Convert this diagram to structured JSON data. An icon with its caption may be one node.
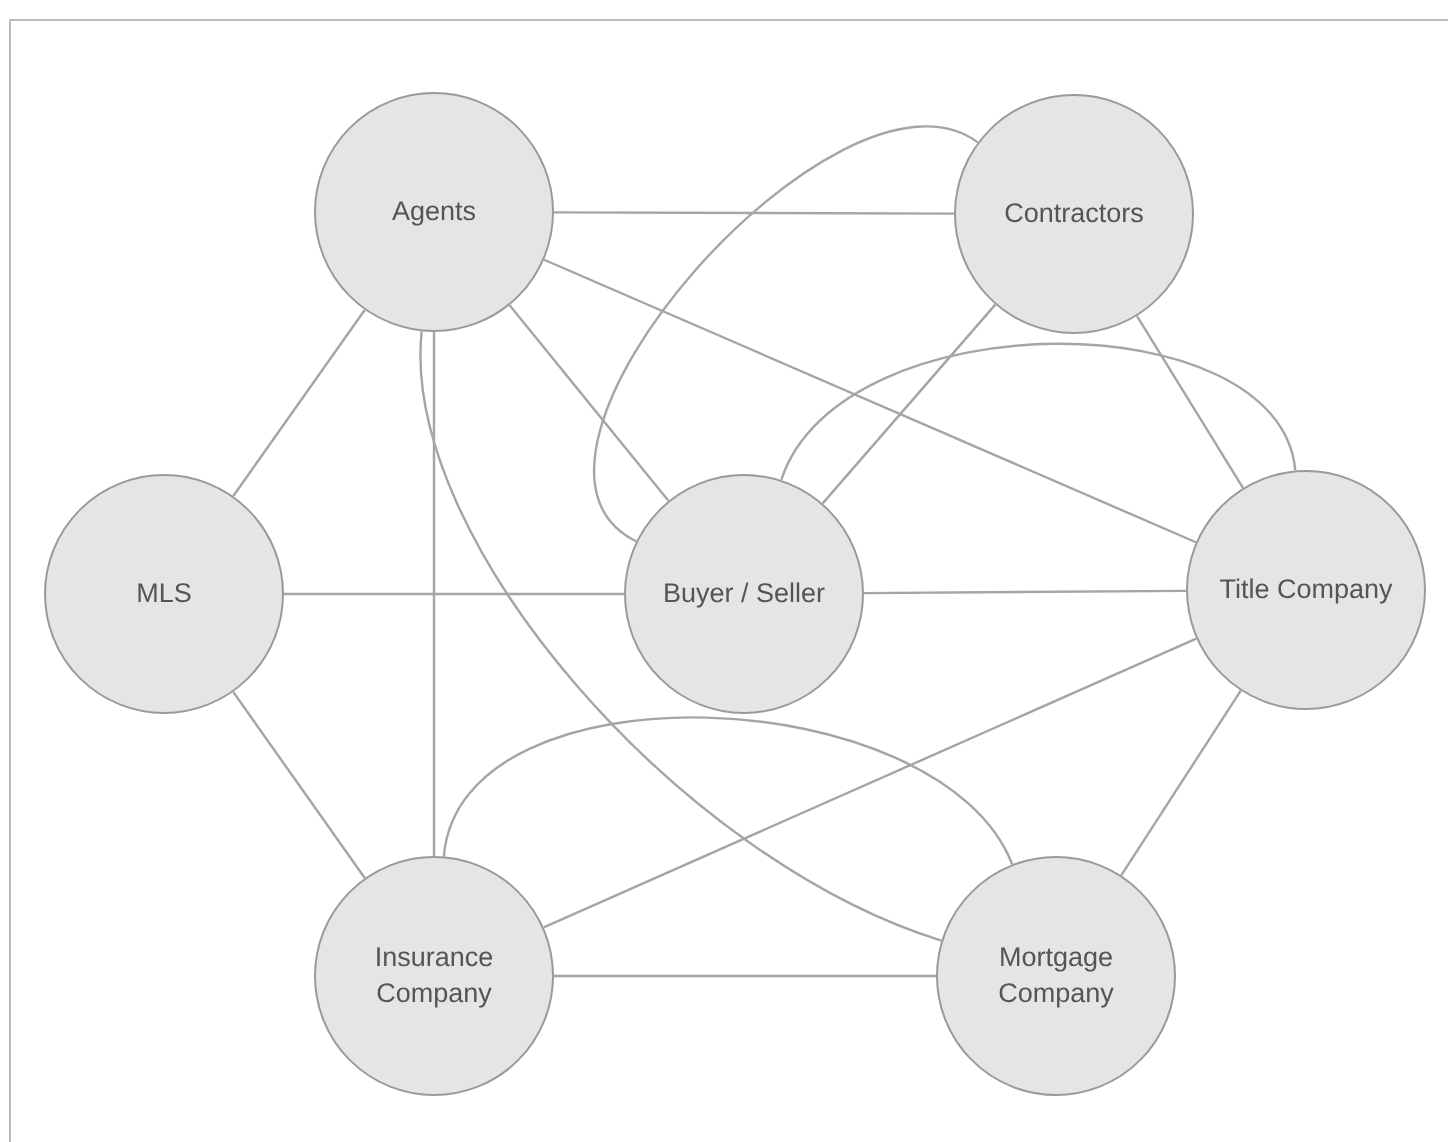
{
  "diagram": {
    "nodes": [
      {
        "text": [
          "Agents"
        ]
      },
      {
        "text": [
          "Contractors"
        ]
      },
      {
        "text": [
          "MLS"
        ]
      },
      {
        "text": [
          "Buyer / Seller"
        ]
      },
      {
        "text": [
          "Title Company"
        ]
      },
      {
        "text": [
          "Insurance Company"
        ]
      },
      {
        "text": [
          "Mortgage Company"
        ]
      }
    ],
    "edges": [
      {
        "from": 0,
        "to": 1,
        "arrow": "none"
      },
      {
        "from": 0,
        "to": 2,
        "arrow": "none"
      },
      {
        "from": 0,
        "to": 3,
        "arrow": "none"
      },
      {
        "from": 0,
        "to": 4,
        "arrow": "none"
      },
      {
        "from": 0,
        "to": 5,
        "arrow": "none"
      },
      {
        "from": 0,
        "to": 6,
        "arrow": "none"
      },
      {
        "from": 1,
        "to": 3,
        "arrow": "none"
      },
      {
        "from": 1,
        "to": 3,
        "arrow": "none"
      },
      {
        "from": 1,
        "to": 4,
        "arrow": "none"
      },
      {
        "from": 2,
        "to": 3,
        "arrow": "none"
      },
      {
        "from": 2,
        "to": 5,
        "arrow": "none"
      },
      {
        "from": 3,
        "to": 4,
        "arrow": "none"
      },
      {
        "from": 3,
        "to": 4,
        "arrow": "none"
      },
      {
        "from": 5,
        "to": 4,
        "arrow": "none"
      },
      {
        "from": 5,
        "to": 6,
        "arrow": "none"
      },
      {
        "from": 5,
        "to": 6,
        "arrow": "none"
      },
      {
        "from": 4,
        "to": 6,
        "arrow": "none"
      }
    ]
  }
}
